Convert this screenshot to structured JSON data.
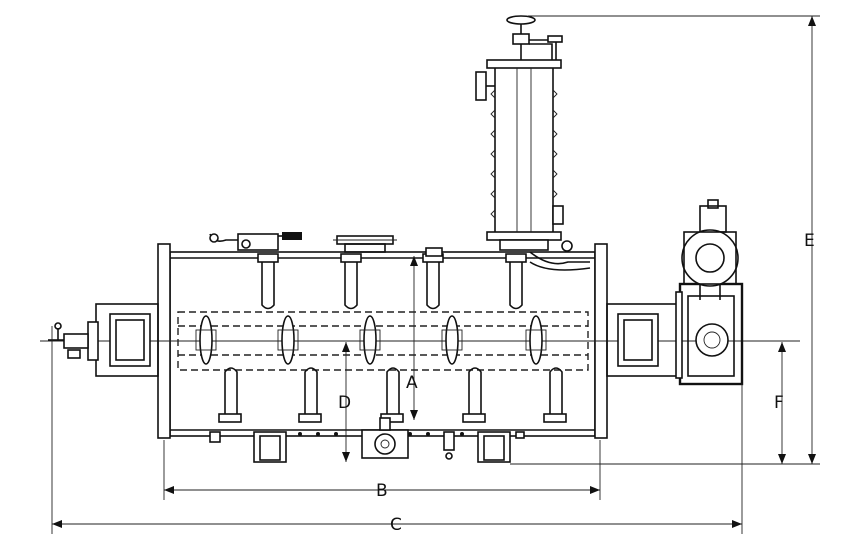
{
  "dimensions": {
    "A": "A",
    "B": "B",
    "C": "C",
    "D": "D",
    "E": "E",
    "F": "F"
  },
  "colors": {
    "line": "#111111",
    "background": "#ffffff"
  }
}
